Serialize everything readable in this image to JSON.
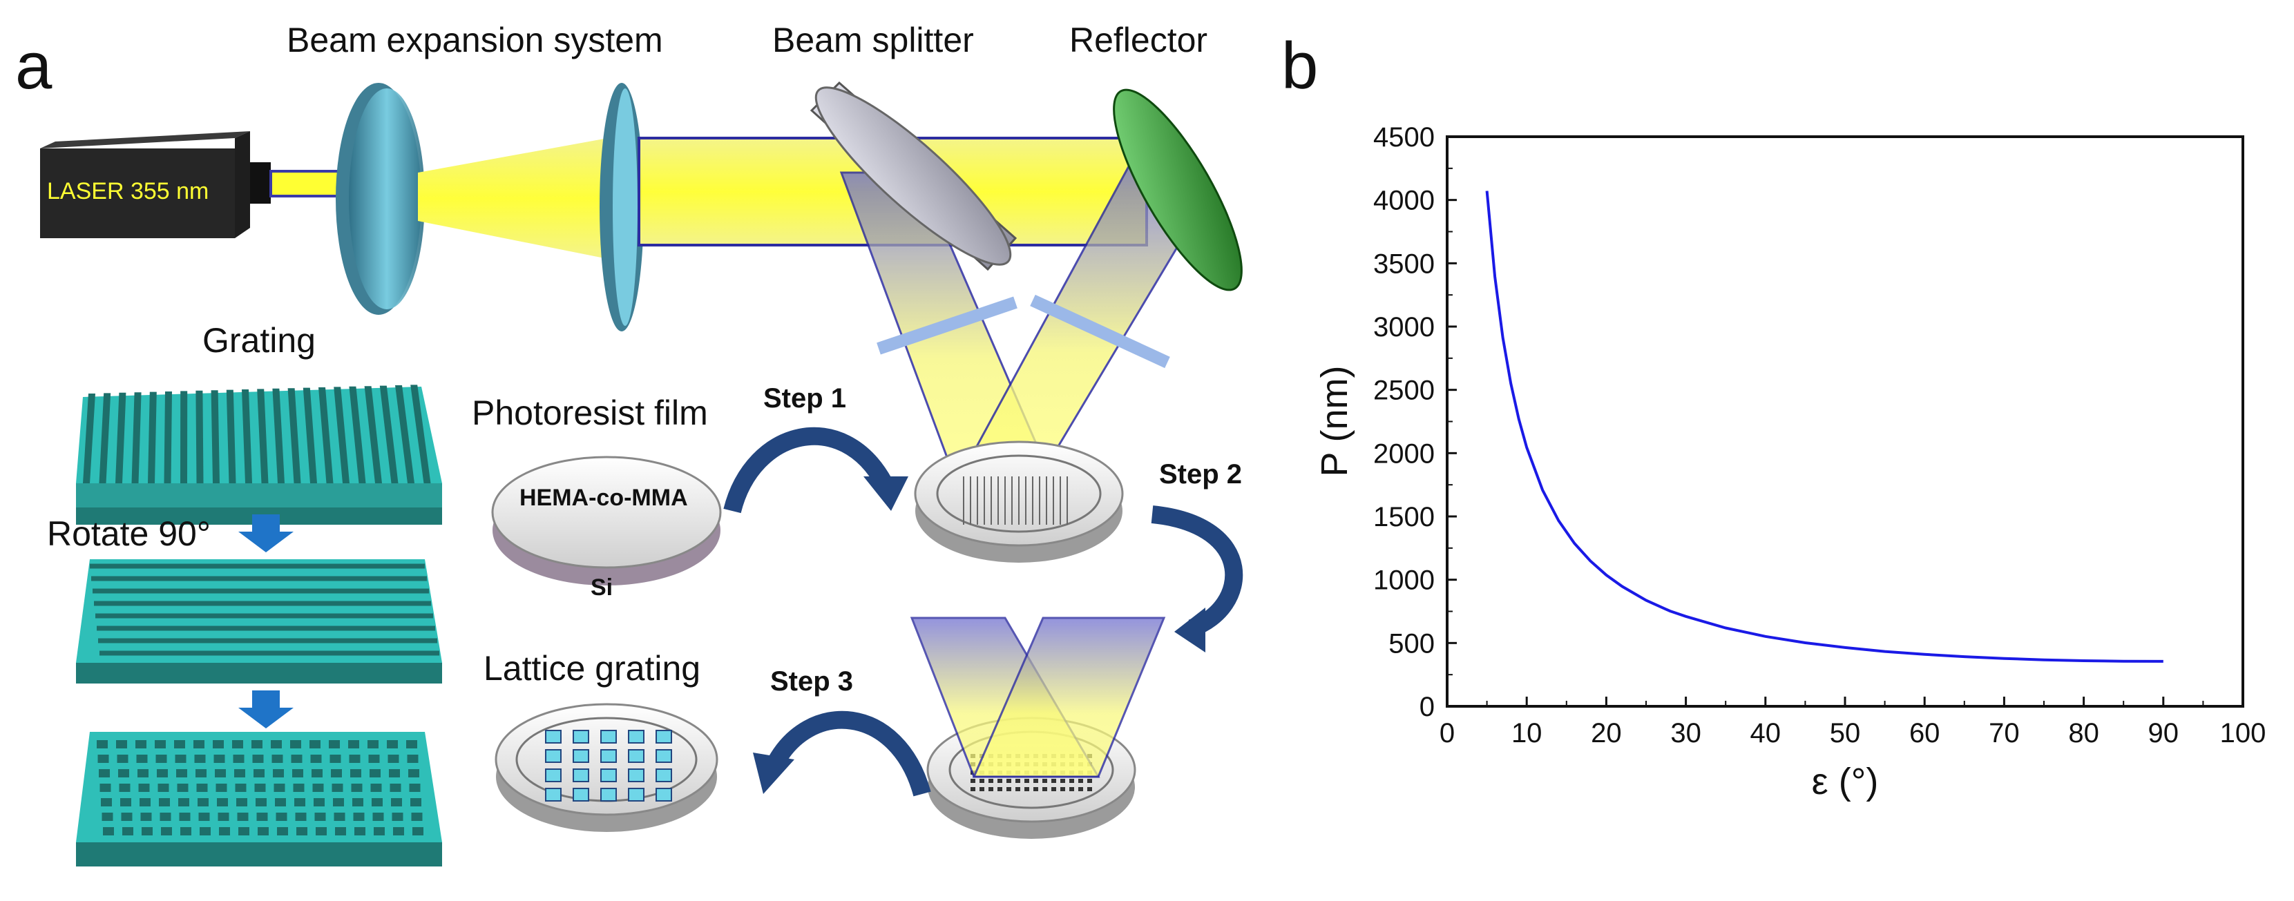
{
  "panel_a": {
    "letter": "a",
    "laser_label": "LASER 355 nm",
    "beam_expansion_label": "Beam expansion system",
    "beam_splitter_label": "Beam splitter",
    "reflector_label": "Reflector",
    "grating_label": "Grating",
    "rotate_label": "Rotate 90°",
    "photoresist_label": "Photoresist film",
    "hema_label": "HEMA-co-MMA",
    "si_label": "Si",
    "lattice_label": "Lattice grating",
    "step1": "Step 1",
    "step2": "Step 2",
    "step3": "Step 3"
  },
  "panel_b": {
    "letter": "b"
  },
  "colors": {
    "beam_yellow": "#ffff55",
    "beam_blue": "#3b3ba8",
    "grating_teal": "#2fbfb8",
    "arrow_navy": "#23467f",
    "arrow_blue": "#1f74c8",
    "curve": "#1a1ae6"
  },
  "chart_data": {
    "type": "line",
    "xlabel": "ε (°)",
    "ylabel": "P (nm)",
    "xlim": [
      0,
      100
    ],
    "ylim": [
      0,
      4500
    ],
    "xticks": [
      0,
      10,
      20,
      30,
      40,
      50,
      60,
      70,
      80,
      90,
      100
    ],
    "yticks": [
      0,
      500,
      1000,
      1500,
      2000,
      2500,
      3000,
      3500,
      4000,
      4500
    ],
    "grid": false,
    "series": [
      {
        "color": "#1a1ae6",
        "x": [
          5,
          6,
          7,
          8,
          9,
          10,
          12,
          14,
          16,
          18,
          20,
          22,
          25,
          28,
          30,
          35,
          40,
          45,
          50,
          55,
          60,
          65,
          70,
          75,
          80,
          85,
          90
        ],
        "y": [
          4072,
          3395,
          2913,
          2551,
          2270,
          2045,
          1708,
          1467,
          1287,
          1148,
          1037,
          947,
          837,
          753,
          710,
          619,
          552,
          502,
          464,
          433,
          410,
          392,
          378,
          367,
          360,
          356,
          355
        ]
      }
    ]
  }
}
